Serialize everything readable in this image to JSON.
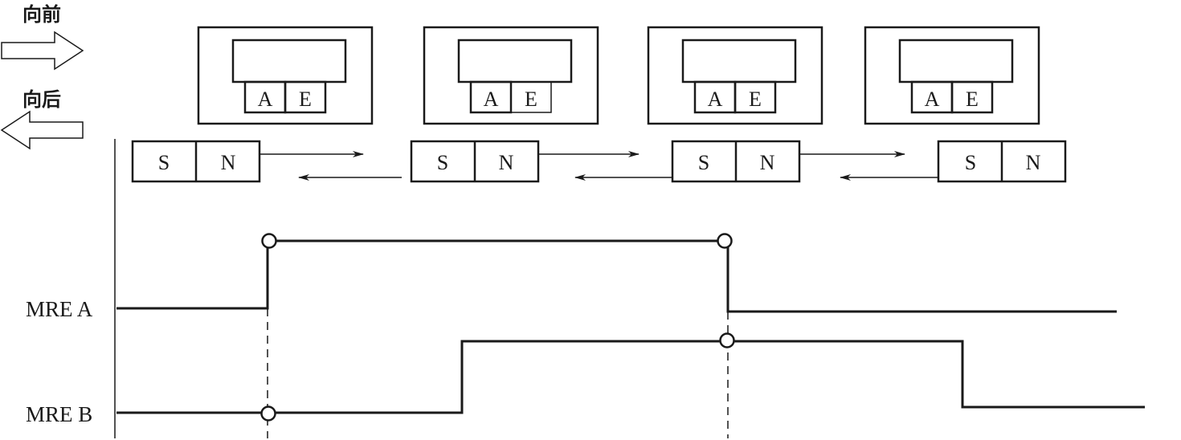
{
  "direction": {
    "forward_label": "向前",
    "backward_label": "向后"
  },
  "sensors": [
    {
      "a_label": "A",
      "e_label": "E"
    },
    {
      "a_label": "A",
      "e_label": "E"
    },
    {
      "a_label": "A",
      "e_label": "E"
    },
    {
      "a_label": "A",
      "e_label": "E"
    }
  ],
  "magnets": [
    {
      "s_label": "S",
      "n_label": "N"
    },
    {
      "s_label": "S",
      "n_label": "N"
    },
    {
      "s_label": "S",
      "n_label": "N"
    },
    {
      "s_label": "S",
      "n_label": "N"
    }
  ],
  "signals": {
    "mre_a_label": "MRE A",
    "mre_b_label": "MRE B"
  }
}
